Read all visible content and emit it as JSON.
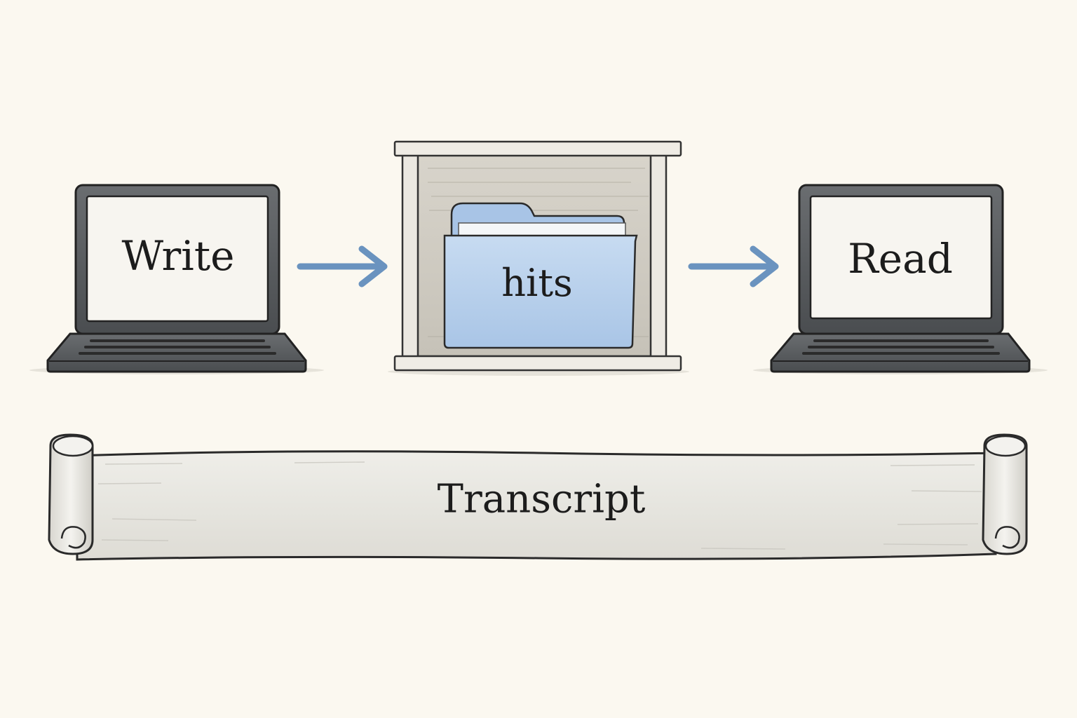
{
  "diagram": {
    "nodes": {
      "write": {
        "label": "Write",
        "icon": "laptop-icon"
      },
      "store": {
        "label": "hits",
        "icon": "folder-icon"
      },
      "read": {
        "label": "Read",
        "icon": "laptop-icon"
      }
    },
    "edges": [
      {
        "from": "write",
        "to": "store"
      },
      {
        "from": "store",
        "to": "read"
      }
    ],
    "transcript": {
      "label": "Transcript",
      "icon": "scroll-icon"
    }
  },
  "colors": {
    "background": "#fbf8f0",
    "arrow": "#6a93bf",
    "folder": "#bcd3ec",
    "laptop_body": "#55585b",
    "screen": "#f7f5f0",
    "shelf": "#e9e6df",
    "scroll": "#ecebe6",
    "outline": "#2a2a2a"
  }
}
